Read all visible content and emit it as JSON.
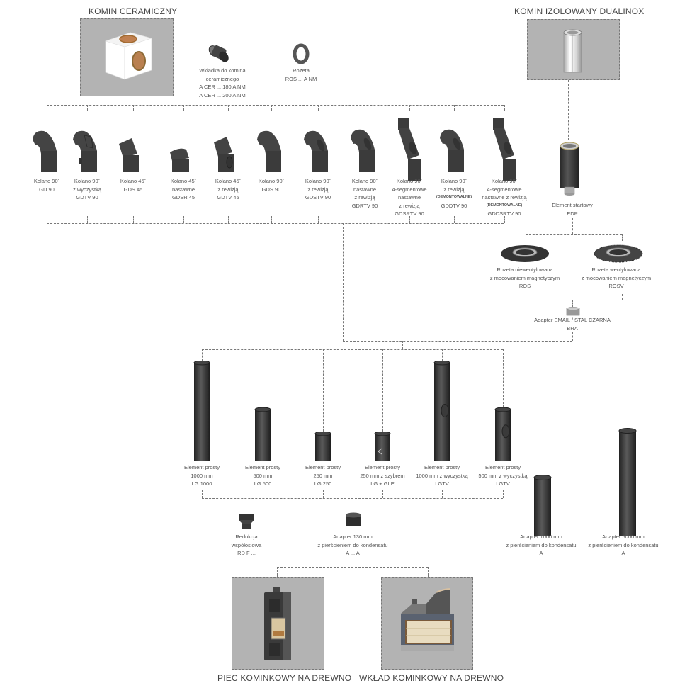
{
  "sources": {
    "ceramic": {
      "title": "KOMIN CERAMICZNY"
    },
    "dualinox": {
      "title": "KOMIN IZOLOWANY DUALINOX"
    }
  },
  "ceramic_chain": [
    {
      "lines": [
        "Wkładka do komina",
        "ceramicznego",
        "A CER ... 180 A NM",
        "A CER ... 200 A NM"
      ]
    },
    {
      "lines": [
        "Rozeta",
        "ROS ... A NM"
      ]
    }
  ],
  "elbows": [
    {
      "lines": [
        "Kolano 90˚",
        "GD 90"
      ]
    },
    {
      "lines": [
        "Kolano 90˚",
        "z wyczystką",
        "GDTV 90"
      ]
    },
    {
      "lines": [
        "Kolano 45˚",
        "GDS 45"
      ]
    },
    {
      "lines": [
        "Kolano 45˚",
        "nastawne",
        "GDSR 45"
      ]
    },
    {
      "lines": [
        "Kolano 45˚",
        "z rewizją",
        "GDTV 45"
      ]
    },
    {
      "lines": [
        "Kolano 90˚",
        "GDS 90"
      ]
    },
    {
      "lines": [
        "Kolano 90˚",
        "z rewizją",
        "GDSTV 90"
      ]
    },
    {
      "lines": [
        "Kolano 90˚",
        "nastawne",
        "z rewizją",
        "GDRTV 90"
      ]
    },
    {
      "lines": [
        "Kolano 90˚",
        "4-segmentowe",
        "nastawne",
        "z rewizją",
        "GDSRTV 90"
      ]
    },
    {
      "lines": [
        "Kolano 90˚",
        "z rewizją",
        "(DEMONTOWALNE)",
        "GDDTV 90"
      ]
    },
    {
      "lines": [
        "Kolano 90˚",
        "4-segmentowe",
        "nastawne z rewizją",
        "(DEMONTOWALNE)",
        "GDDSRTV 90"
      ]
    }
  ],
  "dualinox_chain": {
    "starter": {
      "lines": [
        "Element startowy",
        "EDP"
      ]
    },
    "rosettes": [
      {
        "lines": [
          "Rozeta niewentylowana",
          "z mocowaniem magnetyczym",
          "ROS"
        ]
      },
      {
        "lines": [
          "Rozeta wentylowana",
          "z mocowaniem magnetyczym",
          "ROSV"
        ]
      }
    ],
    "adapter": {
      "lines": [
        "Adapter EMAIL / STAL CZARNA",
        "BRA"
      ]
    }
  },
  "pipes": [
    {
      "lines": [
        "Element prosty",
        "1000 mm",
        "LG 1000"
      ]
    },
    {
      "lines": [
        "Element prosty",
        "500 mm",
        "LG 500"
      ]
    },
    {
      "lines": [
        "Element prosty",
        "250 mm",
        "LG 250"
      ]
    },
    {
      "lines": [
        "Element prosty",
        "250 mm z szybrem",
        "LG + GLE"
      ]
    },
    {
      "lines": [
        "Element prosty",
        "1000 mm z wyczystką",
        "LGTV"
      ]
    },
    {
      "lines": [
        "Element prosty",
        "500 mm z wyczystką",
        "LGTV"
      ]
    }
  ],
  "bottom_adapters": [
    {
      "lines": [
        "Redukcja",
        "współosiowa",
        "RD F ..."
      ]
    },
    {
      "lines": [
        "Adapter 130 mm",
        "z pierścieniem do kondensatu",
        "A ... A"
      ]
    },
    {
      "lines": [
        "Adapter 1000 mm",
        "z pierścieniem do kondensatu",
        "A"
      ]
    },
    {
      "lines": [
        "Adapter 5000 mm",
        "z pierścieniem do kondensatu",
        "A"
      ]
    }
  ],
  "targets": [
    {
      "title": "PIEC KOMINKOWY NA DREWNO"
    },
    {
      "title": "WKŁAD KOMINKOWY NA DREWNO"
    }
  ],
  "colors": {
    "box_fill": "#b3b3b3",
    "connector": "#777777",
    "pipe": "#3f3f3f",
    "text": "#555555"
  }
}
